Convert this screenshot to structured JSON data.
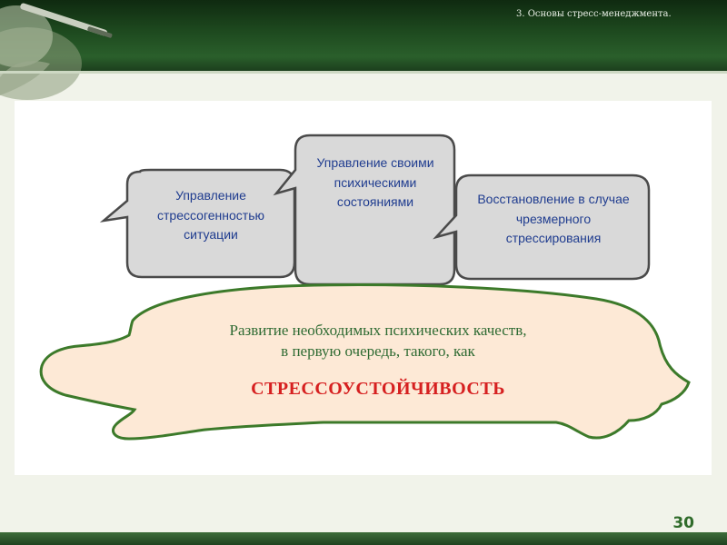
{
  "header": {
    "title": "3. Основы стресс-менеджмента."
  },
  "bubbles": [
    {
      "lines": [
        "Управление",
        "стрессогенностью",
        "ситуации"
      ]
    },
    {
      "lines": [
        "Управление своими",
        "психическими",
        "состояниями"
      ]
    },
    {
      "lines": [
        "Восстановление в случае",
        "чрезмерного",
        "стрессирования"
      ]
    }
  ],
  "turtle": {
    "line1": "Развитие необходимых психических качеств,",
    "line2": "в первую очередь, такого, как",
    "emphasis": "СТРЕССОУСТОЙЧИВОСТЬ"
  },
  "footer": {
    "page_number": "30"
  },
  "colors": {
    "header_bg": "#1e4a1f",
    "bubble_fill": "#d9d9d9",
    "bubble_stroke": "#4a4a4a",
    "bubble_text": "#1f3c8f",
    "turtle_fill": "#fde9d6",
    "turtle_stroke": "#3c7a2a",
    "turtle_text": "#2f6b33",
    "emphasis_text": "#d62020",
    "page_number": "#2f6b2a"
  },
  "icons": {
    "header_decoration": "hand-with-pen-icon"
  }
}
